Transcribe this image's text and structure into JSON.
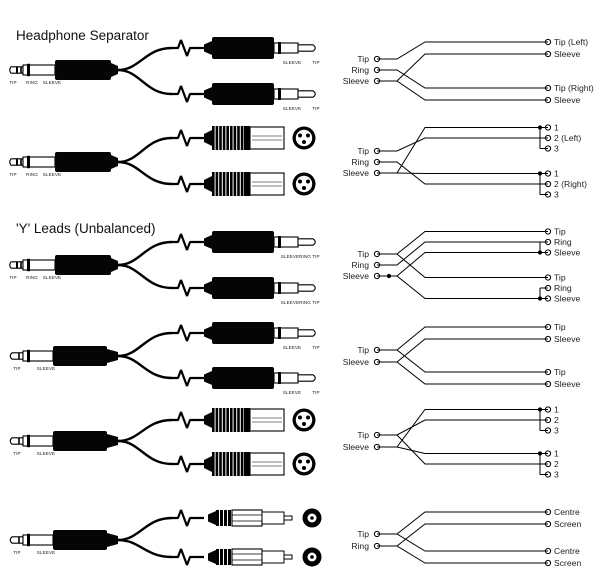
{
  "header": {
    "headphone_separator": "Headphone Separator",
    "y_leads": "'Y' Leads (Unbalanced)"
  },
  "sections": [
    {
      "id": "trs-to-2-trs",
      "source_jack": "trs",
      "source_tags": [
        "TIP",
        "RING",
        "SLEEVE"
      ],
      "outputs": [
        "trs",
        "trs"
      ],
      "output_tags": [
        [
          "SLEEVE",
          "TIP"
        ],
        [
          "SLEEVE",
          "TIP"
        ]
      ],
      "left_labels": [
        "Tip",
        "Ring",
        "Sleeve"
      ],
      "right_labels": [
        "Tip (Left)",
        "Sleeve",
        "Tip (Right)",
        "Sleeve"
      ]
    },
    {
      "id": "trs-to-2-xlr",
      "source_jack": "trs",
      "source_tags": [
        "TIP",
        "RING",
        "SLEEVE"
      ],
      "outputs": [
        "xlr",
        "xlr"
      ],
      "output_tags": [
        [],
        []
      ],
      "left_labels": [
        "Tip",
        "Ring",
        "Sleeve"
      ],
      "right_labels": [
        "1",
        "2 (Left)",
        "3",
        "1",
        "2 (Right)",
        "3"
      ]
    },
    {
      "id": "trs-to-2-trs-y",
      "source_jack": "trs",
      "source_tags": [
        "TIP",
        "RING",
        "SLEEVE"
      ],
      "outputs": [
        "trs",
        "trs"
      ],
      "output_tags": [
        [
          "SLEEVE",
          "RING",
          "TIP"
        ],
        [
          "SLEEVE",
          "RING",
          "TIP"
        ]
      ],
      "left_labels": [
        "Tip",
        "Ring",
        "Sleeve"
      ],
      "right_labels": [
        "Tip",
        "Ring",
        "Sleeve",
        "Tip",
        "Ring",
        "Sleeve"
      ]
    },
    {
      "id": "ts-to-2-ts",
      "source_jack": "ts",
      "source_tags": [
        "TIP",
        "SLEEVE"
      ],
      "outputs": [
        "ts",
        "ts"
      ],
      "output_tags": [
        [
          "SLEEVE",
          "TIP"
        ],
        [
          "SLEEVE",
          "TIP"
        ]
      ],
      "left_labels": [
        "Tip",
        "Sleeve"
      ],
      "right_labels": [
        "Tip",
        "Sleeve",
        "Tip",
        "Sleeve"
      ]
    },
    {
      "id": "ts-to-2-xlr",
      "source_jack": "ts",
      "source_tags": [
        "TIP",
        "SLEEVE"
      ],
      "outputs": [
        "xlr",
        "xlr"
      ],
      "output_tags": [
        [],
        []
      ],
      "left_labels": [
        "Tip",
        "Sleeve"
      ],
      "right_labels": [
        "1",
        "2",
        "3",
        "1",
        "2",
        "3"
      ]
    },
    {
      "id": "ts-to-2-rca",
      "source_jack": "ts",
      "source_tags": [
        "TIP",
        "SLEEVE"
      ],
      "outputs": [
        "rca",
        "rca"
      ],
      "output_tags": [
        [],
        []
      ],
      "left_labels": [
        "Tip",
        "Ring"
      ],
      "right_labels": [
        "Centre",
        "Screen",
        "Centre",
        "Screen"
      ]
    }
  ]
}
